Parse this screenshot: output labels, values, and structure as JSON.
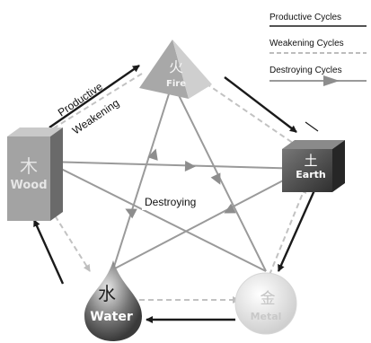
{
  "legend": {
    "productive": "Productive Cycles",
    "weakening": "Weakening Cycles",
    "destroying": "Destroying Cycles"
  },
  "labels": {
    "productive": "Productive",
    "weakening": "Weakening",
    "destroying": "Destroying"
  },
  "elements": {
    "fire": {
      "char": "火",
      "name": "Fire"
    },
    "earth": {
      "char": "土",
      "name": "Earth"
    },
    "metal": {
      "char": "金",
      "name": "Metal"
    },
    "water": {
      "char": "水",
      "name": "Water"
    },
    "wood": {
      "char": "木",
      "name": "Wood"
    }
  },
  "colors": {
    "productive": "#1a1a1a",
    "weakening": "#c2c2c2",
    "destroying": "#9a9a9a",
    "fire": "#b3b3b3",
    "earth": "#4f4f4f",
    "metal": "#dadada",
    "water": "#6e6e6e",
    "wood": "#9c9c9c"
  }
}
